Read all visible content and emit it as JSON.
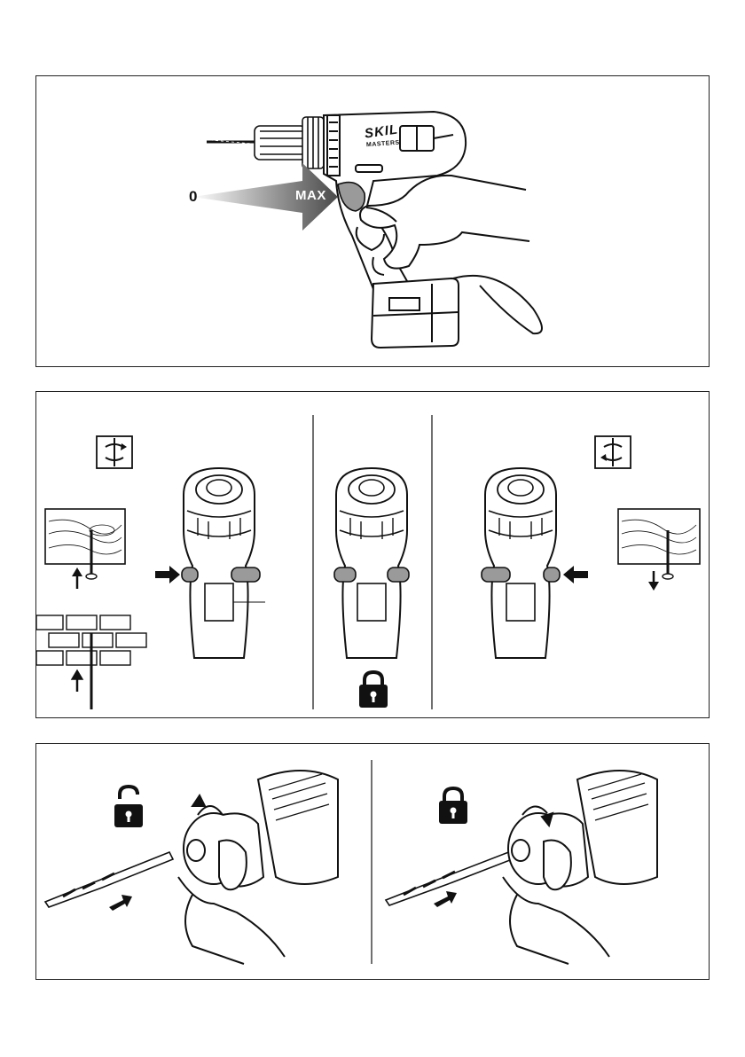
{
  "panel1": {
    "speed_min_label": "0",
    "speed_max_label": "MAX",
    "brand_logo": "SKIL",
    "brand_sub": "MASTERS"
  },
  "panel2": {
    "left_icon": "rotation-forward-icon",
    "right_icon": "rotation-reverse-icon",
    "lock_icon": "padlock-closed-icon"
  },
  "panel3": {
    "left_icon": "padlock-open-icon",
    "right_icon": "padlock-closed-icon"
  },
  "colors": {
    "ink": "#111111",
    "gray": "#9a9a9a",
    "light_gray": "#d6d6d6"
  }
}
